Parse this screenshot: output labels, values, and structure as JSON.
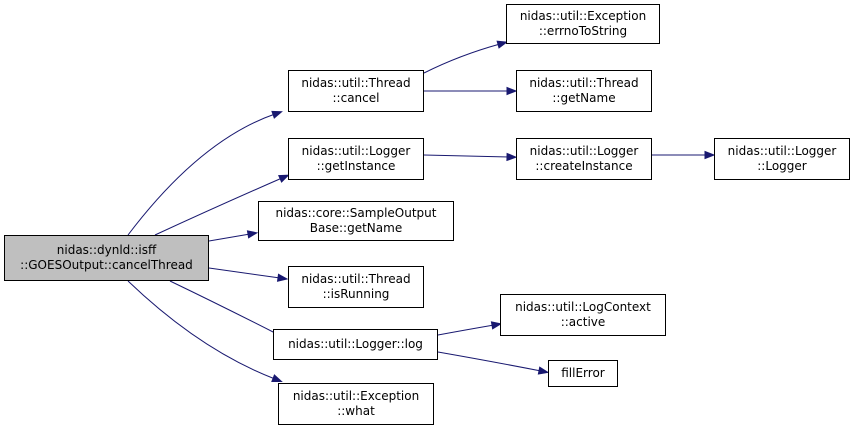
{
  "graph": {
    "edge_color": "#191970",
    "root_fill": "#bfbfbf",
    "node_fill": "#ffffff",
    "nodes": [
      {
        "id": "root",
        "lines": [
          "nidas::dynld::isff",
          "::GOESOutput::cancelThread"
        ]
      },
      {
        "id": "thread-cancel",
        "lines": [
          "nidas::util::Thread",
          "::cancel"
        ]
      },
      {
        "id": "exception-errnotostring",
        "lines": [
          "nidas::util::Exception",
          "::errnoToString"
        ]
      },
      {
        "id": "thread-getname",
        "lines": [
          "nidas::util::Thread",
          "::getName"
        ]
      },
      {
        "id": "logger-getinstance",
        "lines": [
          "nidas::util::Logger",
          "::getInstance"
        ]
      },
      {
        "id": "logger-createinstance",
        "lines": [
          "nidas::util::Logger",
          "::createInstance"
        ]
      },
      {
        "id": "logger-logger",
        "lines": [
          "nidas::util::Logger",
          "::Logger"
        ]
      },
      {
        "id": "sampleoutputbase-getname",
        "lines": [
          "nidas::core::SampleOutput",
          "Base::getName"
        ]
      },
      {
        "id": "thread-isrunning",
        "lines": [
          "nidas::util::Thread",
          "::isRunning"
        ]
      },
      {
        "id": "logger-log",
        "lines": [
          "nidas::util::Logger::log"
        ]
      },
      {
        "id": "logcontext-active",
        "lines": [
          "nidas::util::LogContext",
          "::active"
        ]
      },
      {
        "id": "fillerror",
        "lines": [
          "fillError"
        ]
      },
      {
        "id": "exception-what",
        "lines": [
          "nidas::util::Exception",
          "::what"
        ]
      }
    ],
    "edges": [
      {
        "from": "root",
        "to": "thread-cancel"
      },
      {
        "from": "root",
        "to": "logger-getinstance"
      },
      {
        "from": "root",
        "to": "sampleoutputbase-getname"
      },
      {
        "from": "root",
        "to": "thread-isrunning"
      },
      {
        "from": "root",
        "to": "logger-log"
      },
      {
        "from": "root",
        "to": "exception-what"
      },
      {
        "from": "thread-cancel",
        "to": "exception-errnotostring"
      },
      {
        "from": "thread-cancel",
        "to": "thread-getname"
      },
      {
        "from": "logger-getinstance",
        "to": "logger-createinstance"
      },
      {
        "from": "logger-createinstance",
        "to": "logger-logger"
      },
      {
        "from": "logger-log",
        "to": "logcontext-active"
      },
      {
        "from": "logger-log",
        "to": "fillerror"
      }
    ]
  }
}
